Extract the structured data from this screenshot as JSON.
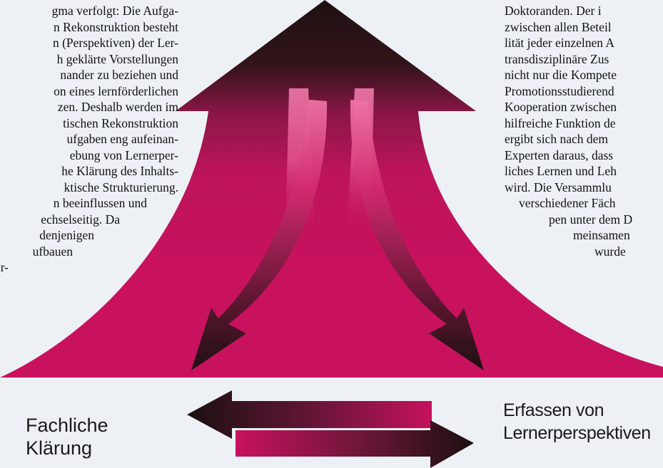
{
  "left_text_lines": [
    "gma verfolgt: Die Aufga-",
    "n Rekonstruktion besteht",
    "n (Perspektiven) der Ler-",
    "h geklärte Vorstellungen",
    "nander zu beziehen und",
    "on eines lernförderlichen",
    "zen. Deshalb werden im",
    "tischen Rekonstruktion",
    "ufgaben eng aufeinan-",
    "ebung von Lernerper-",
    "he Klärung des Inhalts-",
    "ktische Strukturierung.",
    "n beeinflussen und",
    "echselseitig. Da",
    "denjenigen",
    "ufbauen",
    "r-"
  ],
  "right_text_lines": [
    "Doktoranden. Der i",
    "zwischen allen Beteil",
    "lität jeder einzelnen A",
    "transdisziplinäre Zus",
    "nicht nur die Kompete",
    "Promotionsstudierend",
    "Kooperation zwischen",
    "hilfreiche Funktion de",
    "ergibt sich nach dem",
    "Experten daraus, dass",
    "liches Lernen und Leh",
    "wird. Die Versammlu",
    "verschiedener Fäch",
    "pen unter dem D",
    "meinsamen",
    "wurde"
  ],
  "labels": {
    "left": [
      "Fachliche",
      "Klärung"
    ],
    "right": [
      "Erfassen von",
      "Lernerperspektiven"
    ]
  },
  "colors": {
    "background": "#edf1f6",
    "magenta": "#c8115e",
    "dark": "#1e1012",
    "light_magenta": "#f29ec2"
  }
}
